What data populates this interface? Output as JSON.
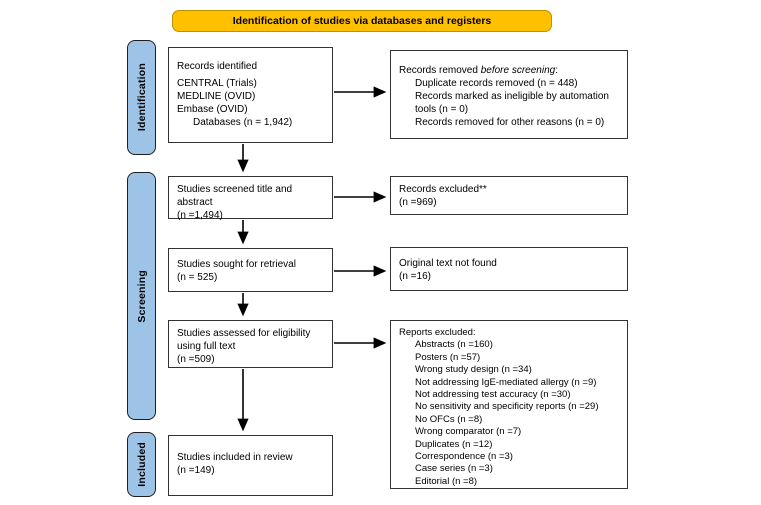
{
  "banner": {
    "label": "Identification of studies via databases and registers"
  },
  "colors": {
    "banner_bg": "#FFC000",
    "banner_border": "#BF9000",
    "sidebar_bg": "#9DC3E6"
  },
  "sidebars": [
    {
      "label": "Identification"
    },
    {
      "label": "Screening"
    },
    {
      "label": "Included"
    }
  ],
  "left_boxes": [
    {
      "name": "records-identified",
      "lines": [
        {
          "text": "Records identified",
          "gap_after": true
        },
        {
          "text": "CENTRAL (Trials)"
        },
        {
          "text": "MEDLINE (OVID)"
        },
        {
          "text": "Embase (OVID)"
        },
        {
          "text": "Databases (n = 1,942)",
          "indent": 1
        }
      ]
    },
    {
      "name": "studies-screened",
      "lines": [
        {
          "text": "Studies screened title and abstract"
        },
        {
          "text": "(n =1,494)"
        }
      ]
    },
    {
      "name": "studies-sought",
      "lines": [
        {
          "text": "Studies sought for retrieval"
        },
        {
          "text": "(n = 525)"
        }
      ]
    },
    {
      "name": "studies-assessed",
      "lines": [
        {
          "text": "Studies assessed for eligibility using full text"
        },
        {
          "text": "(n =509)"
        }
      ]
    },
    {
      "name": "studies-included",
      "lines": [
        {
          "text": "Studies included in review"
        },
        {
          "text": "(n =149)"
        }
      ]
    }
  ],
  "right_boxes": [
    {
      "name": "records-removed",
      "lines": [
        {
          "segments": [
            {
              "text": "Records removed "
            },
            {
              "text": "before screening",
              "italic": true
            },
            {
              "text": ":"
            }
          ]
        },
        {
          "text": "Duplicate records removed (n = 448)",
          "indent": 1
        },
        {
          "text": "Records marked as ineligible by automation tools (n = 0)",
          "indent": 1
        },
        {
          "text": "Records removed for other reasons (n = 0)",
          "indent": 1
        }
      ]
    },
    {
      "name": "records-excluded",
      "lines": [
        {
          "text": "Records excluded**"
        },
        {
          "text": "(n =969)"
        }
      ]
    },
    {
      "name": "original-text-not-found",
      "lines": [
        {
          "text": "Original text not found"
        },
        {
          "text": "(n =16)"
        }
      ]
    },
    {
      "name": "reports-excluded",
      "lines": [
        {
          "text": "Reports excluded:"
        },
        {
          "text": "Abstracts (n =160)",
          "indent": 1
        },
        {
          "text": "Posters (n =57)",
          "indent": 1
        },
        {
          "text": "Wrong study design (n =34)",
          "indent": 1
        },
        {
          "text": "Not addressing IgE-mediated allergy (n =9)",
          "indent": 1
        },
        {
          "text": "Not addressing test accuracy (n =30)",
          "indent": 1
        },
        {
          "text": "No sensitivity and specificity reports (n =29)",
          "indent": 1
        },
        {
          "text": "No OFCs (n =8)",
          "indent": 1
        },
        {
          "text": "Wrong comparator (n =7)",
          "indent": 1
        },
        {
          "text": "Duplicates (n =12)",
          "indent": 1
        },
        {
          "text": "Correspondence (n =3)",
          "indent": 1
        },
        {
          "text": "Case series (n =3)",
          "indent": 1
        },
        {
          "text": "Editorial (n =8)",
          "indent": 1
        }
      ]
    }
  ]
}
